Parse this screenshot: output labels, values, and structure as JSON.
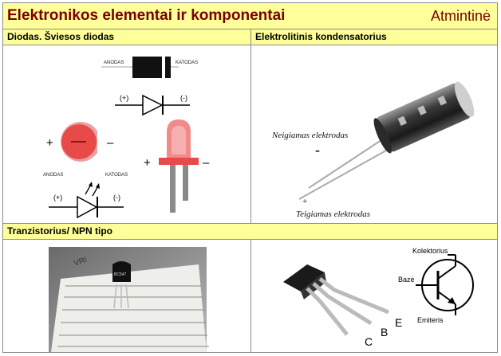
{
  "header": {
    "title": "Elektronikos elementai ir komponentai",
    "subtitle": "Atmintinė"
  },
  "sections": {
    "diode": {
      "heading": "Diodas. Šviesos diodas",
      "anode_label": "ANODAS",
      "cathode_label": "KATODAS",
      "plus_paren": "(+)",
      "minus_paren": "(-)",
      "plus": "+",
      "minus": "–",
      "led_anode_label": "ANODAS",
      "led_cathode_label": "KATODAS"
    },
    "capacitor": {
      "heading": "Elektrolitinis kondensatorius",
      "negative_label": "Neigiamas elektrodas",
      "negative_sign": "-",
      "positive_sign": "+",
      "positive_label": "Teigiamas elektrodas"
    },
    "transistor": {
      "heading": "Tranzistorius/ NPN tipo",
      "chip_marking": "BC547",
      "board_text": "VRI",
      "collector_label": "Kolektorius",
      "base_label": "Bazė",
      "emitter_label": "Emiteris",
      "pin_c": "C",
      "pin_b": "B",
      "pin_e": "E"
    }
  },
  "colors": {
    "header_bg": "#ffff99",
    "title_color": "#7a0000",
    "led_red": "#e84a4a"
  }
}
